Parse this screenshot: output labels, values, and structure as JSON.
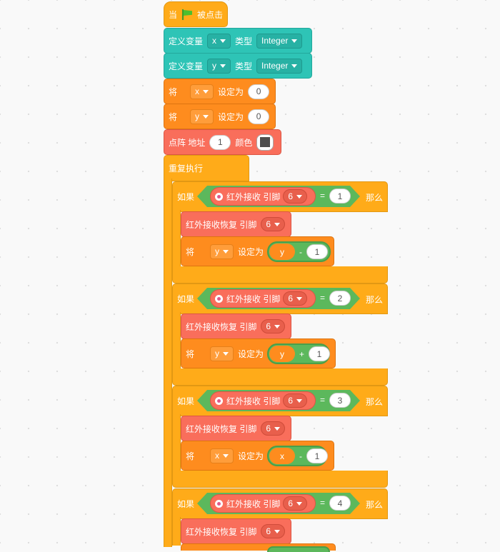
{
  "hat": {
    "when": "当",
    "clicked": "被点击"
  },
  "define_vars": [
    {
      "label": "定义变量",
      "var": "x",
      "type_label": "类型",
      "type": "Integer"
    },
    {
      "label": "定义变量",
      "var": "y",
      "type_label": "类型",
      "type": "Integer"
    }
  ],
  "set_blocks": [
    {
      "prefix": "将",
      "var": "x",
      "set_label": "设定为",
      "value": "0"
    },
    {
      "prefix": "将",
      "var": "y",
      "set_label": "设定为",
      "value": "0"
    }
  ],
  "matrix": {
    "label": "点阵 地址",
    "address": "1",
    "color_label": "颜色"
  },
  "repeat": {
    "label": "重复执行"
  },
  "if_blocks": [
    {
      "if": "如果",
      "ir_label": "红外接收 引脚",
      "pin": "6",
      "op": "=",
      "compare": "1",
      "then": "那么",
      "resume_label": "红外接收恢复 引脚",
      "resume_pin": "6",
      "set_prefix": "将",
      "set_var": "y",
      "set_label": "设定为",
      "expr_var": "y",
      "expr_op": "-",
      "expr_val": "1"
    },
    {
      "if": "如果",
      "ir_label": "红外接收 引脚",
      "pin": "6",
      "op": "=",
      "compare": "2",
      "then": "那么",
      "resume_label": "红外接收恢复 引脚",
      "resume_pin": "6",
      "set_prefix": "将",
      "set_var": "y",
      "set_label": "设定为",
      "expr_var": "y",
      "expr_op": "+",
      "expr_val": "1"
    },
    {
      "if": "如果",
      "ir_label": "红外接收 引脚",
      "pin": "6",
      "op": "=",
      "compare": "3",
      "then": "那么",
      "resume_label": "红外接收恢复 引脚",
      "resume_pin": "6",
      "set_prefix": "将",
      "set_var": "x",
      "set_label": "设定为",
      "expr_var": "x",
      "expr_op": "-",
      "expr_val": "1"
    },
    {
      "if": "如果",
      "ir_label": "红外接收 引脚",
      "pin": "6",
      "op": "=",
      "compare": "4",
      "then": "那么",
      "resume_label": "红外接收恢复 引脚",
      "resume_pin": "6"
    }
  ],
  "colors": {
    "teal": "#2ec4b6",
    "orange": "#fe8c1e",
    "salmon": "#f96e5b",
    "gold": "#ffab19",
    "green": "#5cb85c"
  }
}
